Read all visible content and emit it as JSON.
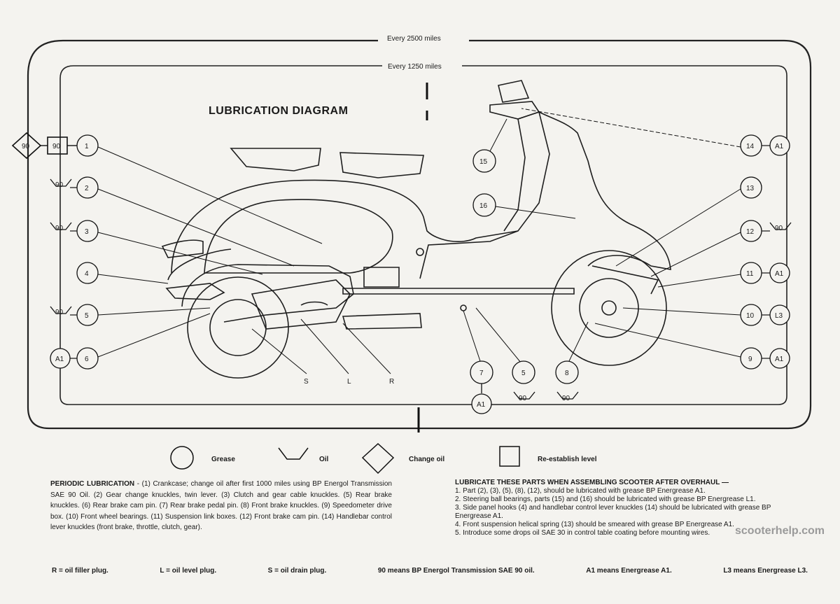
{
  "diagram": {
    "title": "LUBRICATION DIAGRAM",
    "outer_loop_label": "Every 2500 miles",
    "inner_loop_label": "Every 1250 miles",
    "left_badges": {
      "change_oil_90": "90",
      "level_90": "90"
    },
    "left_callouts": [
      {
        "num": "1",
        "tag": ""
      },
      {
        "num": "2",
        "tag": "90"
      },
      {
        "num": "3",
        "tag": "90"
      },
      {
        "num": "4",
        "tag": ""
      },
      {
        "num": "5",
        "tag": "90"
      },
      {
        "num": "6",
        "tag": "A1"
      }
    ],
    "right_callouts": [
      {
        "num": "14",
        "tag": "A1"
      },
      {
        "num": "13",
        "tag": ""
      },
      {
        "num": "12",
        "tag": "90"
      },
      {
        "num": "11",
        "tag": "A1"
      },
      {
        "num": "10",
        "tag": "L3"
      },
      {
        "num": "9",
        "tag": "A1"
      }
    ],
    "mid_callouts": [
      {
        "num": "15"
      },
      {
        "num": "16"
      }
    ],
    "bottom_callouts": [
      {
        "num": "7",
        "tag": "A1"
      },
      {
        "num": "5",
        "tag": "90"
      },
      {
        "num": "8",
        "tag": "90"
      }
    ],
    "plug_labels": {
      "s": "S",
      "l": "L",
      "r": "R"
    }
  },
  "legend": {
    "grease": "Grease",
    "oil": "Oil",
    "change_oil": "Change oil",
    "reestablish": "Re-establish level"
  },
  "periodic": {
    "heading": "PERIODIC LUBRICATION",
    "body": " - (1) Crankcase; change oil after first 1000 miles using BP Energol Transmission SAE 90 Oil. (2) Gear change knuckles, twin lever. (3) Clutch and gear cable knuckles. (5) Rear brake knuckles. (6) Rear brake cam pin. (7) Rear brake pedal pin. (8) Front brake knuckles. (9) Speedometer drive box. (10) Front wheel bearings. (11) Suspension link boxes. (12) Front brake cam pin. (14) Handlebar control lever knuckles (front brake, throttle, clutch, gear)."
  },
  "assembling": {
    "heading": "LUBRICATE THESE PARTS WHEN ASSEMBLING SCOOTER AFTER OVERHAUL —",
    "items": [
      "1. Part (2), (3), (5), (8), (12), should be lubricated with grease BP Energrease A1.",
      "2. Steering ball bearings, parts (15) and (16) should be lubricated with grease BP Energrease L1.",
      "3. Side panel hooks (4) and handlebar control lever knuckles (14) should be lubricated with grease BP Energrease A1.",
      "4. Front suspension helical spring (13) should be smeared with grease BP Energrease A1.",
      "5. Introduce some drops oil SAE 30 in control table coating before mounting wires."
    ]
  },
  "footer": {
    "r": "R = oil filler plug.",
    "l": "L = oil level plug.",
    "s": "S = oil drain plug.",
    "ninety": "90 means BP Energol Transmission SAE 90 oil.",
    "a1": "A1 means Energrease A1.",
    "l3": "L3 means Energrease L3."
  },
  "watermark": "scooterhelp.com"
}
